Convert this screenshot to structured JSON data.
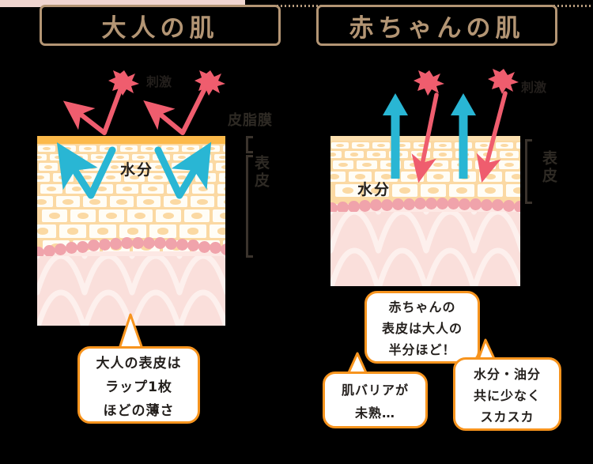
{
  "panels": {
    "left": {
      "title": "大人の肌",
      "irritant_label": "刺激",
      "moisture_label": "水分",
      "layer_labels": {
        "sebum": "皮脂膜",
        "epidermis": "表皮"
      },
      "bubble": {
        "lines": [
          "大人の表皮は",
          "ラップ1枚",
          "ほどの薄さ"
        ]
      }
    },
    "right": {
      "title": "赤ちゃんの肌",
      "irritant_label": "刺激",
      "moisture_label": "水分",
      "layer_labels": {
        "epidermis": "表皮"
      },
      "bubbles": [
        {
          "lines": [
            "赤ちゃんの",
            "表皮は大人の",
            "半分ほど！"
          ]
        },
        {
          "lines": [
            "肌バリアが",
            "未熟…"
          ]
        },
        {
          "lines": [
            "水分・油分",
            "共に少なく",
            "スカスカ"
          ]
        }
      ]
    }
  },
  "colors": {
    "title_brown": "#b39574",
    "sebum_orange": "#fcb94a",
    "epidermis_tan": "#fbd9a3",
    "basal_pink": "#f0a3ab",
    "dermis_pink": "#fadfdb",
    "arrow_teal": "#29b6d4",
    "arrow_pink": "#ef5d6e",
    "bubble_border": "#f7941e",
    "background": "#000000",
    "top_strip_pink": "#efd5d0"
  },
  "icons": {
    "flower": "flower-icon",
    "arrow_up": "arrow-up-icon",
    "arrow_down": "arrow-down-icon",
    "arrow_bounce": "arrow-bounce-icon"
  }
}
